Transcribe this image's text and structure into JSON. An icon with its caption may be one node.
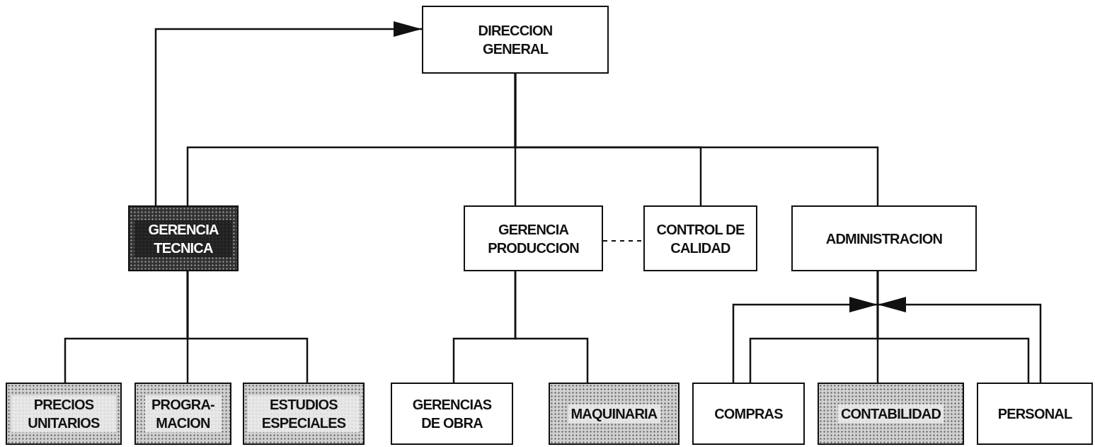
{
  "diagram": {
    "nodes": [
      {
        "text": [
          "DIRECCION GENERAL"
        ]
      },
      {
        "text": [
          "GERENCIA TECNICA"
        ]
      },
      {
        "text": [
          "GERENCIA PRODUCCION"
        ]
      },
      {
        "text": [
          "CONTROL DE CALIDAD"
        ]
      },
      {
        "text": [
          "ADMINISTRACION"
        ]
      },
      {
        "text": [
          "PRECIOS UNITARIOS"
        ]
      },
      {
        "text": [
          "PROGRA- MACION"
        ]
      },
      {
        "text": [
          "ESTUDIOS ESPECIALES"
        ]
      },
      {
        "text": [
          "GERENCIAS DE OBRA"
        ]
      },
      {
        "text": [
          "MAQUINARIA"
        ]
      },
      {
        "text": [
          "COMPRAS"
        ]
      },
      {
        "text": [
          "CONTABILIDAD"
        ]
      },
      {
        "text": [
          "PERSONAL"
        ]
      }
    ],
    "edges": [
      {
        "from": 0,
        "to": 1,
        "arrow": "none"
      },
      {
        "from": 0,
        "to": 2,
        "arrow": "none"
      },
      {
        "from": 0,
        "to": 3,
        "arrow": "none"
      },
      {
        "from": 0,
        "to": 4,
        "arrow": "none"
      },
      {
        "from": 1,
        "to": 0,
        "arrow": "to"
      },
      {
        "from": 2,
        "to": 3,
        "arrow": "none",
        "style": "dashed"
      },
      {
        "from": 1,
        "to": 5,
        "arrow": "none"
      },
      {
        "from": 1,
        "to": 6,
        "arrow": "none"
      },
      {
        "from": 1,
        "to": 7,
        "arrow": "none"
      },
      {
        "from": 2,
        "to": 8,
        "arrow": "none"
      },
      {
        "from": 2,
        "to": 9,
        "arrow": "none"
      },
      {
        "from": 4,
        "to": 10,
        "arrow": "none"
      },
      {
        "from": 4,
        "to": 11,
        "arrow": "none"
      },
      {
        "from": 4,
        "to": 12,
        "arrow": "none"
      },
      {
        "from": 10,
        "to": null,
        "arrow": "to"
      },
      {
        "from": 12,
        "to": null,
        "arrow": "to"
      }
    ]
  }
}
